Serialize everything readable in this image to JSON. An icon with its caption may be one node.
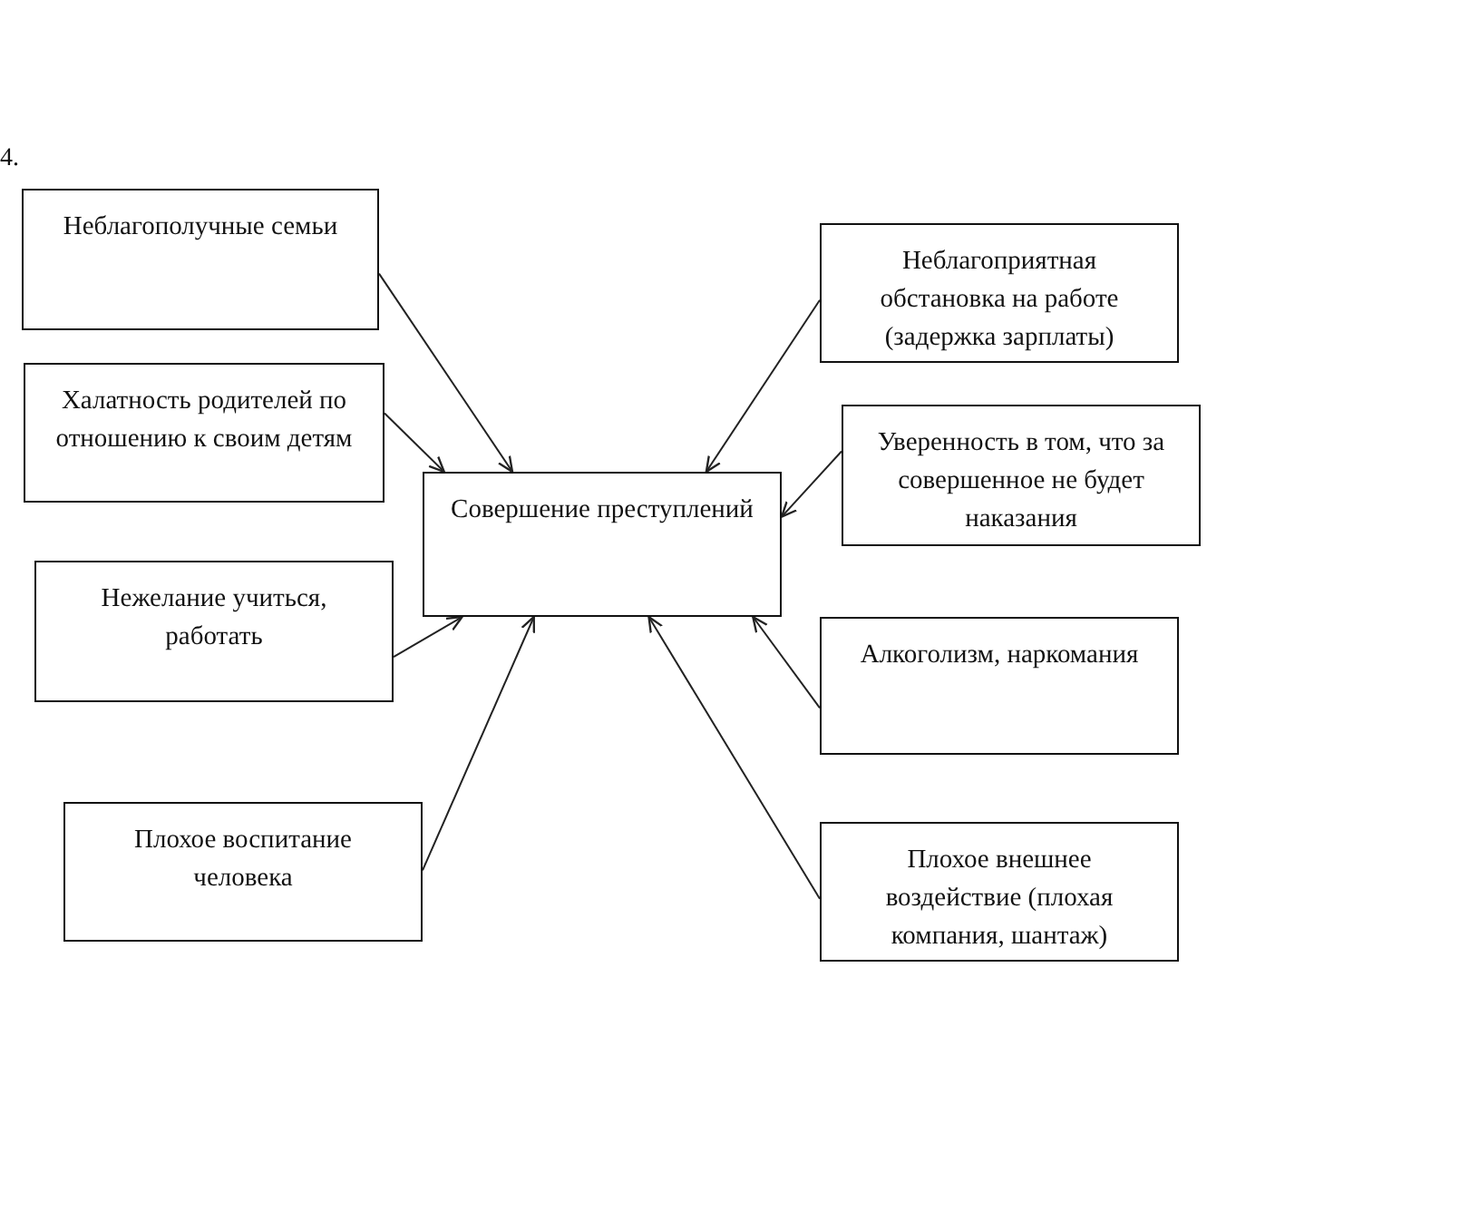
{
  "diagram": {
    "nodes": [
      {
        "text": [
          "Совершение преступлений"
        ]
      },
      {
        "text": [
          "Неблагополучные семьи"
        ]
      },
      {
        "text": [
          "Халатность родителей по отношению к своим детям"
        ]
      },
      {
        "text": [
          "Нежелание учиться, работать"
        ]
      },
      {
        "text": [
          "Плохое воспитание человека"
        ]
      },
      {
        "text": [
          "Неблагоприятная обстановка на работе (задержка зарплаты)"
        ]
      },
      {
        "text": [
          "Уверенность в том, что за совершенное не будет наказания"
        ]
      },
      {
        "text": [
          "Алкоголизм, наркомания"
        ]
      },
      {
        "text": [
          "Плохое внешнее воздействие (плохая компания, шантаж)"
        ]
      }
    ],
    "edges": [
      {
        "from": 1,
        "to": 0,
        "arrow": "to"
      },
      {
        "from": 2,
        "to": 0,
        "arrow": "to"
      },
      {
        "from": 3,
        "to": 0,
        "arrow": "to"
      },
      {
        "from": 4,
        "to": 0,
        "arrow": "to"
      },
      {
        "from": 5,
        "to": 0,
        "arrow": "to"
      },
      {
        "from": 6,
        "to": 0,
        "arrow": "to"
      },
      {
        "from": 7,
        "to": 0,
        "arrow": "to"
      },
      {
        "from": 8,
        "to": 0,
        "arrow": "to"
      }
    ],
    "labels": [
      "4."
    ]
  }
}
